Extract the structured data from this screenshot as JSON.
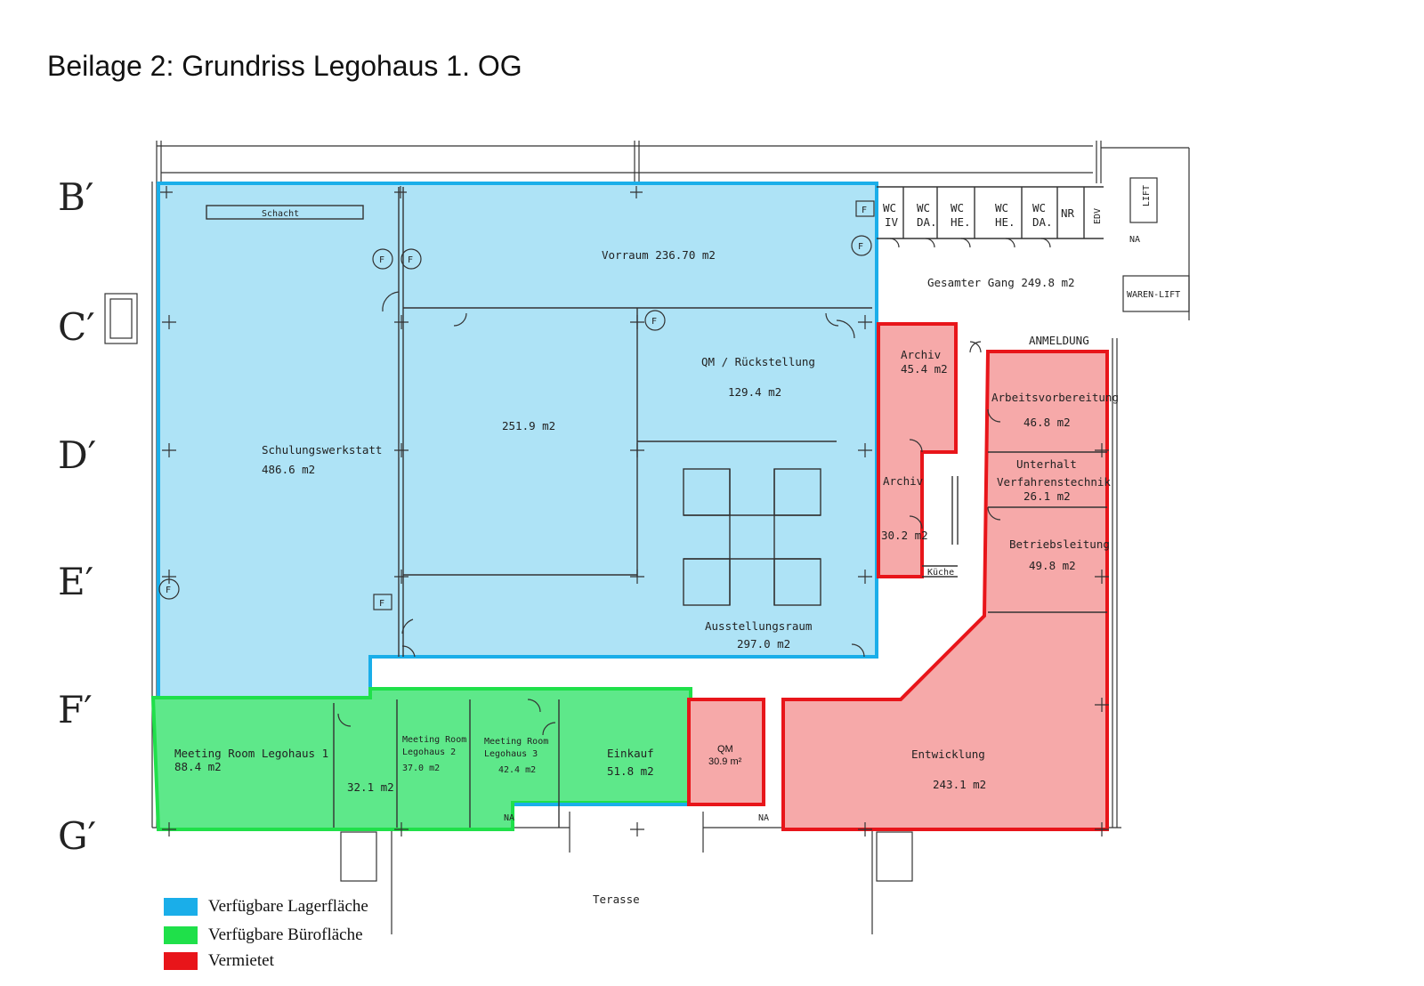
{
  "title": "Beilage 2: Grundriss Legohaus 1. OG",
  "colors": {
    "available_storage": "#1aaee9",
    "available_office": "#1fe04a",
    "rented": "#e8151a",
    "blue_fill": "#aee3f6",
    "green_fill": "#5ee88a",
    "red_fill": "#f6a9a9"
  },
  "axis": {
    "b": "B′",
    "c": "C′",
    "d": "D′",
    "e": "E′",
    "f": "F′",
    "g": "G′"
  },
  "rooms": {
    "schacht": "Schacht",
    "vorraum": "Vorraum 236.70 m2",
    "gang": "Gesamter Gang 249.8 m2",
    "qm_rueck_name": "QM / Rückstellung",
    "qm_rueck_area": "129.4 m2",
    "room_251": "251.9 m2",
    "schulung_name": "Schulungswerkstatt",
    "schulung_area": "486.6 m2",
    "ausstellung_name": "Ausstellungsraum",
    "ausstellung_area": "297.0 m2",
    "archiv1_name": "Archiv",
    "archiv1_area": "45.4 m2",
    "archiv2_name": "Archiv",
    "archiv2_area": "30.2 m2",
    "kueche": "Küche",
    "anmeldung": "ANMELDUNG",
    "arbeits_name": "Arbeitsvorbereitung",
    "arbeits_area": "46.8 m2",
    "unterhalt_name1": "Unterhalt",
    "unterhalt_name2": "Verfahrenstechnik",
    "unterhalt_area": "26.1 m2",
    "betrieb_name": "Betriebsleitung",
    "betrieb_area": "49.8 m2",
    "entwicklung_name": "Entwicklung",
    "entwicklung_area": "243.1 m2",
    "qm_name": "QM",
    "qm_area": "30.9 m²",
    "meeting1_name": "Meeting Room Legohaus 1",
    "meeting1_area": "88.4 m2",
    "room_32": "32.1 m2",
    "meeting2_name1": "Meeting Room",
    "meeting2_name2": "Legohaus 2",
    "meeting2_area": "37.0 m2",
    "meeting3_name1": "Meeting Room",
    "meeting3_name2": "Legohaus 3",
    "meeting3_area": "42.4 m2",
    "einkauf_name": "Einkauf",
    "einkauf_area": "51.8 m2",
    "terasse": "Terasse",
    "waren_lift": "WAREN-LIFT",
    "lift": "LIFT",
    "na1": "NA",
    "na2": "NA",
    "na3": "NA",
    "wc_iv1": "WC",
    "wc_iv2": "IV",
    "wc_da1": "WC",
    "wc_da2": "DA.",
    "wc_he1": "WC",
    "wc_he2": "HE.",
    "wc_he3": "WC",
    "wc_he4": "HE.",
    "wc_da3": "WC",
    "wc_da4": "DA.",
    "nr": "NR",
    "edv": "EDV",
    "f": "F"
  },
  "legend": [
    {
      "label": "Verfügbare Lagerfläche",
      "color": "#1aaee9"
    },
    {
      "label": "Verfügbare Bürofläche",
      "color": "#1fe04a"
    },
    {
      "label": "Vermietet",
      "color": "#e8151a"
    }
  ]
}
